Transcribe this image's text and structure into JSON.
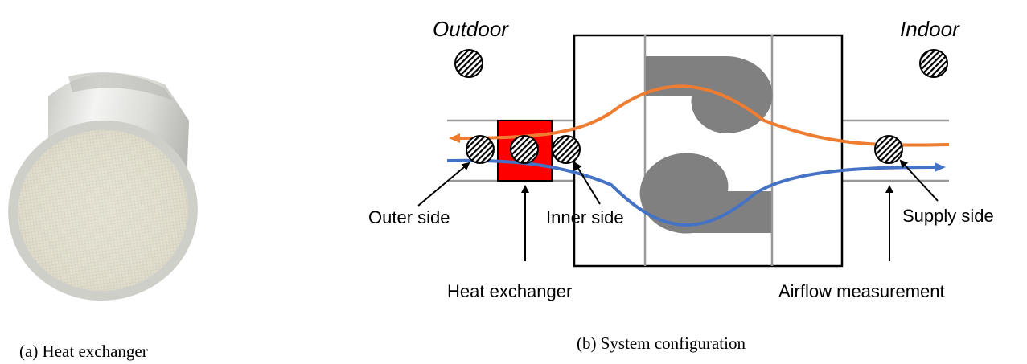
{
  "panel_a": {
    "caption": "(a)  Heat  exchanger"
  },
  "panel_b": {
    "caption": "(b)  System  configuration",
    "outdoor_label": "Outdoor",
    "indoor_label": "Indoor",
    "labels": {
      "outer_side": "Outer side",
      "inner_side": "Inner side",
      "supply_side": "Supply side",
      "heat_exchanger": "Heat exchanger",
      "airflow_measurement": "Airflow measurement"
    },
    "colors": {
      "exhaust_flow": "#ee7d31",
      "supply_flow": "#4472c4",
      "heat_exchanger_fill": "#ff0000",
      "fan": "#808080"
    }
  }
}
